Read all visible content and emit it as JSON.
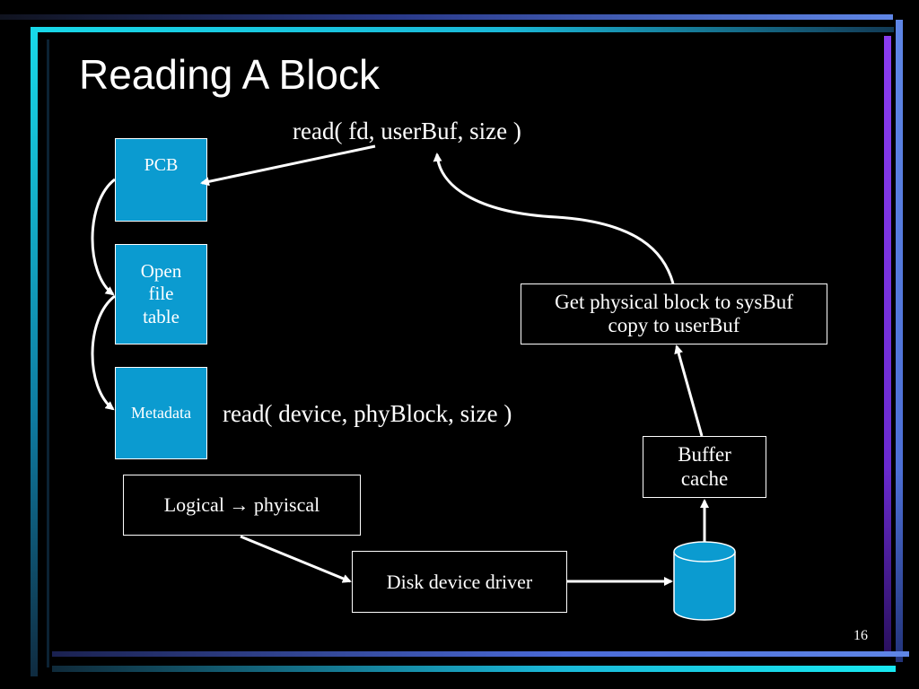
{
  "slide": {
    "title": "Reading A Block",
    "page_number": "16"
  },
  "labels": {
    "read_call": "read( fd, userBuf, size )",
    "device_read_call": "read( device, phyBlock, size )"
  },
  "boxes": {
    "pcb": "PCB",
    "open_file_table": [
      "Open",
      "file",
      "table"
    ],
    "metadata": "Metadata",
    "logical_to_physical": "Logical → phyiscal",
    "disk_device_driver": "Disk device driver",
    "buffer_cache": [
      "Buffer",
      "cache"
    ],
    "get_physical_block": [
      "Get physical block to sysBuf",
      "copy to userBuf"
    ]
  },
  "colors": {
    "background": "#000000",
    "box_fill": "#0b9bd0",
    "cylinder_fill": "#0b9bd0",
    "accent_cyan": "#18d8e8",
    "accent_blue": "#5a7fe0",
    "accent_purple": "#8a3cf0"
  }
}
